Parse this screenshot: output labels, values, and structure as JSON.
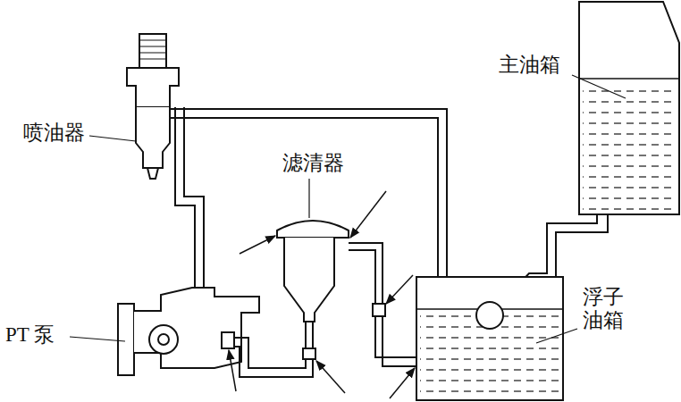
{
  "diagram": {
    "labels": [
      "喷油器",
      "滤清器",
      "主油箱",
      "浮子 油箱",
      "PT 泵"
    ]
  }
}
